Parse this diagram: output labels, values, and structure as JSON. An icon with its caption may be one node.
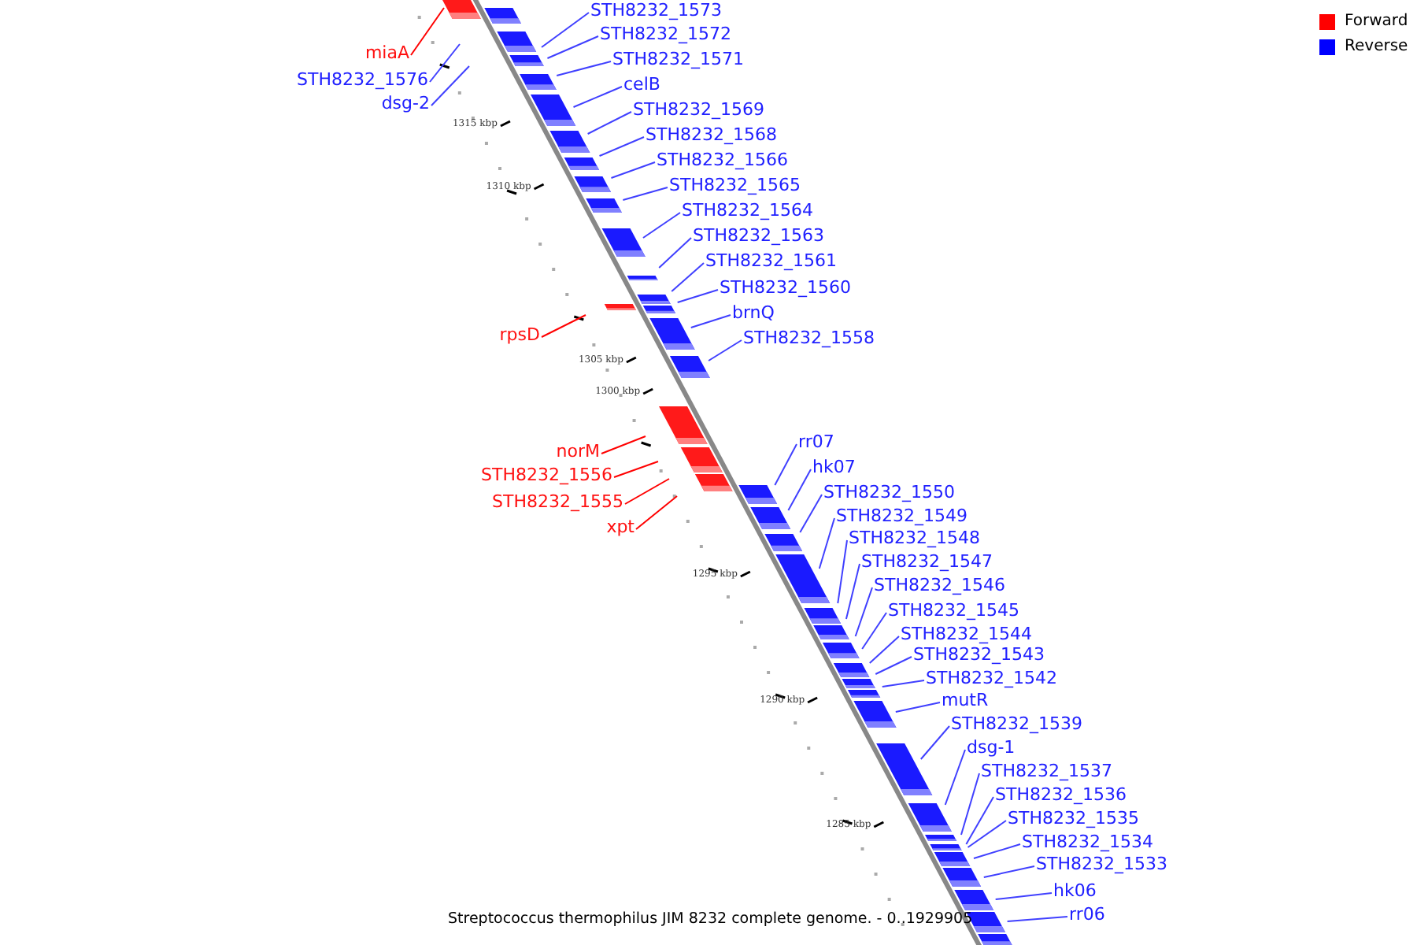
{
  "diagram": {
    "caption": "Streptococcus thermophilus JIM 8232 complete genome. - 0..1929905",
    "nodes": [
      {
        "text": [
          "STH8232_1573"
        ]
      },
      {
        "text": [
          "STH8232_1572"
        ]
      },
      {
        "text": [
          "miaA"
        ]
      },
      {
        "text": [
          "STH8232_1571"
        ]
      },
      {
        "text": [
          "STH8232_1576"
        ]
      },
      {
        "text": [
          "celB"
        ]
      },
      {
        "text": [
          "dsg-2"
        ]
      },
      {
        "text": [
          "STH8232_1569"
        ]
      },
      {
        "text": [
          "STH8232_1568"
        ]
      },
      {
        "text": [
          "STH8232_1566"
        ]
      },
      {
        "text": [
          "STH8232_1565"
        ]
      },
      {
        "text": [
          "STH8232_1564"
        ]
      },
      {
        "text": [
          "STH8232_1563"
        ]
      },
      {
        "text": [
          "STH8232_1561"
        ]
      },
      {
        "text": [
          "STH8232_1560"
        ]
      },
      {
        "text": [
          "brnQ"
        ]
      },
      {
        "text": [
          "rpsD"
        ]
      },
      {
        "text": [
          "STH8232_1558"
        ]
      },
      {
        "text": [
          "rr07"
        ]
      },
      {
        "text": [
          "norM"
        ]
      },
      {
        "text": [
          "hk07"
        ]
      },
      {
        "text": [
          "STH8232_1556"
        ]
      },
      {
        "text": [
          "STH8232_1550"
        ]
      },
      {
        "text": [
          "STH8232_1555"
        ]
      },
      {
        "text": [
          "STH8232_1549"
        ]
      },
      {
        "text": [
          "xpt"
        ]
      },
      {
        "text": [
          "STH8232_1548"
        ]
      },
      {
        "text": [
          "STH8232_1547"
        ]
      },
      {
        "text": [
          "STH8232_1546"
        ]
      },
      {
        "text": [
          "STH8232_1545"
        ]
      },
      {
        "text": [
          "STH8232_1544"
        ]
      },
      {
        "text": [
          "STH8232_1543"
        ]
      },
      {
        "text": [
          "STH8232_1542"
        ]
      },
      {
        "text": [
          "mutR"
        ]
      },
      {
        "text": [
          "STH8232_1539"
        ]
      },
      {
        "text": [
          "dsg-1"
        ]
      },
      {
        "text": [
          "STH8232_1537"
        ]
      },
      {
        "text": [
          "STH8232_1536"
        ]
      },
      {
        "text": [
          "STH8232_1535"
        ]
      },
      {
        "text": [
          "STH8232_1534"
        ]
      },
      {
        "text": [
          "STH8232_1533"
        ]
      },
      {
        "text": [
          "hk06"
        ]
      },
      {
        "text": [
          "rr06"
        ]
      }
    ],
    "edges": [
      {
        "from": 0,
        "to": null,
        "arrow": "none"
      },
      {
        "from": 1,
        "to": null,
        "arrow": "none"
      },
      {
        "from": 2,
        "to": null,
        "arrow": "none",
        "color": "#ff0000"
      },
      {
        "from": 3,
        "to": null,
        "arrow": "none"
      },
      {
        "from": 4,
        "to": null,
        "arrow": "none"
      },
      {
        "from": 5,
        "to": null,
        "arrow": "none"
      },
      {
        "from": 6,
        "to": null,
        "arrow": "none"
      },
      {
        "from": 7,
        "to": null,
        "arrow": "none"
      },
      {
        "from": 8,
        "to": null,
        "arrow": "none"
      },
      {
        "from": 9,
        "to": null,
        "arrow": "none"
      },
      {
        "from": 10,
        "to": null,
        "arrow": "none"
      },
      {
        "from": 11,
        "to": null,
        "arrow": "none"
      },
      {
        "from": 12,
        "to": null,
        "arrow": "none"
      },
      {
        "from": 13,
        "to": null,
        "arrow": "none"
      },
      {
        "from": 14,
        "to": null,
        "arrow": "none"
      },
      {
        "from": 15,
        "to": null,
        "arrow": "none"
      },
      {
        "from": 16,
        "to": null,
        "arrow": "none",
        "color": "#ff0000"
      },
      {
        "from": 17,
        "to": null,
        "arrow": "none"
      },
      {
        "from": 18,
        "to": null,
        "arrow": "none"
      },
      {
        "from": 19,
        "to": null,
        "arrow": "none",
        "color": "#ff0000"
      },
      {
        "from": 20,
        "to": null,
        "arrow": "none"
      },
      {
        "from": 21,
        "to": null,
        "arrow": "none",
        "color": "#ff0000"
      },
      {
        "from": 22,
        "to": null,
        "arrow": "none"
      },
      {
        "from": 23,
        "to": null,
        "arrow": "none",
        "color": "#ff0000"
      },
      {
        "from": 24,
        "to": null,
        "arrow": "none"
      },
      {
        "from": 25,
        "to": null,
        "arrow": "none",
        "color": "#ff0000"
      },
      {
        "from": 26,
        "to": null,
        "arrow": "none"
      },
      {
        "from": 27,
        "to": null,
        "arrow": "none"
      },
      {
        "from": 28,
        "to": null,
        "arrow": "none"
      },
      {
        "from": 29,
        "to": null,
        "arrow": "none"
      },
      {
        "from": 30,
        "to": null,
        "arrow": "none"
      },
      {
        "from": 31,
        "to": null,
        "arrow": "none"
      },
      {
        "from": 32,
        "to": null,
        "arrow": "none"
      },
      {
        "from": 33,
        "to": null,
        "arrow": "none"
      },
      {
        "from": 34,
        "to": null,
        "arrow": "none"
      },
      {
        "from": 35,
        "to": null,
        "arrow": "none"
      },
      {
        "from": 36,
        "to": null,
        "arrow": "none"
      },
      {
        "from": 37,
        "to": null,
        "arrow": "none"
      },
      {
        "from": 38,
        "to": null,
        "arrow": "none"
      },
      {
        "from": 39,
        "to": null,
        "arrow": "none"
      },
      {
        "from": 40,
        "to": null,
        "arrow": "none"
      },
      {
        "from": 41,
        "to": null,
        "arrow": "none"
      },
      {
        "from": 42,
        "to": null,
        "arrow": "none"
      }
    ],
    "labels": [
      "1315 kbp",
      "1310 kbp",
      "1305 kbp",
      "1300 kbp",
      "1295 kbp",
      "1290 kbp",
      "1285 kbp"
    ],
    "legend": [
      {
        "text": "Forward",
        "color": "#ff0000"
      },
      {
        "text": "Reverse",
        "color": "#0000ff"
      }
    ]
  }
}
